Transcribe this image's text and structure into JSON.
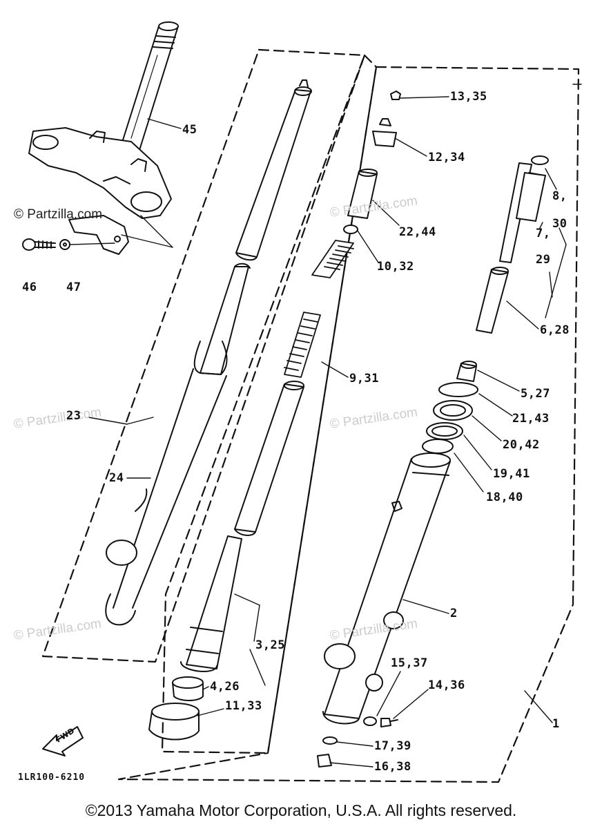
{
  "watermarks": {
    "primary": "© Partzilla.com",
    "faint": "© Partzilla.com"
  },
  "labels": {
    "p45": "45",
    "p46": "46",
    "p47": "47",
    "p13_35": "13,35",
    "p12_34": "12,34",
    "p22_44": "22,44",
    "p10_32": "10,32",
    "p9_31": "9,31",
    "p8": "8,",
    "p30": "30",
    "p7": "7,",
    "p29": "29",
    "p6_28": "6,28",
    "p5_27": "5,27",
    "p21_43": "21,43",
    "p20_42": "20,42",
    "p19_41": "19,41",
    "p18_40": "18,40",
    "p23": "23",
    "p24": "24",
    "p2": "2",
    "p3_25": "3,25",
    "p4_26": "4,26",
    "p11_33": "11,33",
    "p15_37": "15,37",
    "p14_36": "14,36",
    "p17_39": "17,39",
    "p16_38": "16,38",
    "p1": "1"
  },
  "fwd_text": "FWD",
  "diagram_code": "1LR100-6210",
  "copyright": "©2013 Yamaha Motor Corporation, U.S.A. All rights reserved."
}
